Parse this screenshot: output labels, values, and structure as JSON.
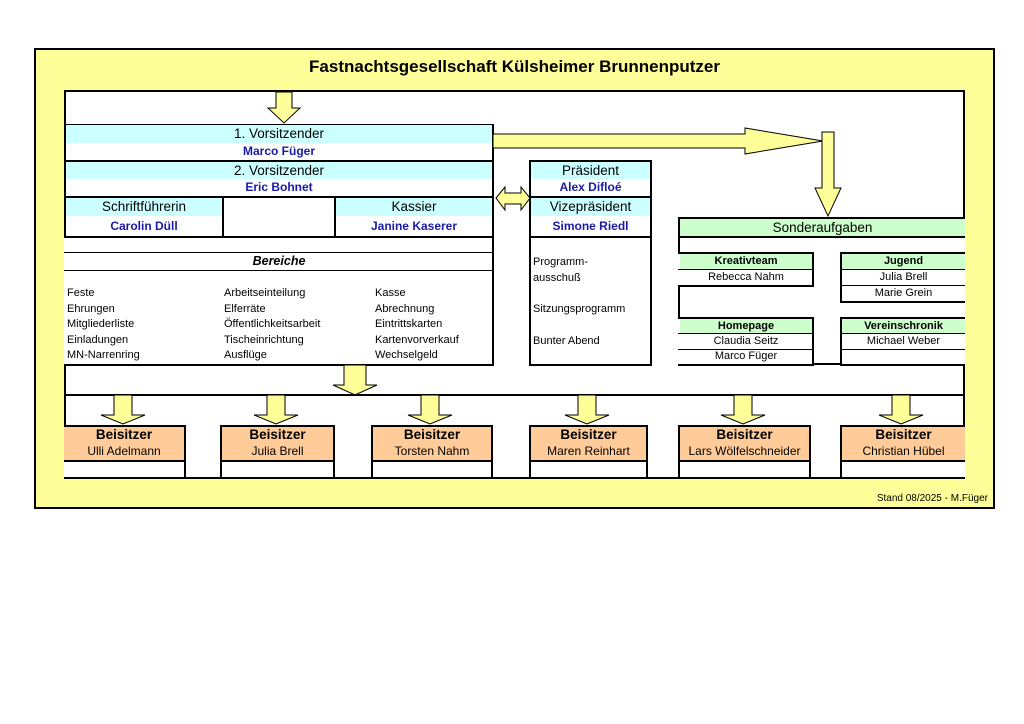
{
  "title": "Fastnachtsgesellschaft Külsheimer Brunnenputzer",
  "board": {
    "chair1": {
      "role": "1. Vorsitzender",
      "name": "Marco Füger"
    },
    "chair2": {
      "role": "2. Vorsitzender",
      "name": "Eric Bohnet"
    },
    "secretary": {
      "role": "Schriftführerin",
      "name": "Carolin Düll"
    },
    "treasurer": {
      "role": "Kassier",
      "name": "Janine Kaserer"
    }
  },
  "bereiche": {
    "heading": "Bereiche",
    "columns": [
      [
        "Feste",
        "Ehrungen",
        "Mitgliederliste",
        "Einladungen",
        "MN-Narrenring"
      ],
      [
        "Arbeitseinteilung",
        "Elferräte",
        "Öffentlichkeitsarbeit",
        "Tischeinrichtung",
        "Ausflüge"
      ],
      [
        "Kasse",
        "Abrechnung",
        "Eintrittskarten",
        "Kartenvorverkauf",
        "Wechselgeld"
      ]
    ]
  },
  "presidium": {
    "president": {
      "role": "Präsident",
      "name": "Alex Difloé"
    },
    "vice": {
      "role": "Vizepräsident",
      "name": "Simone Riedl"
    },
    "tasks": [
      "Programm-",
      "ausschuß",
      "Sitzungsprogramm",
      "Bunter Abend"
    ]
  },
  "sonderaufgaben": {
    "heading": "Sonderaufgaben",
    "groups": [
      {
        "title": "Kreativteam",
        "members": [
          "Rebecca Nahm"
        ]
      },
      {
        "title": "Jugend",
        "members": [
          "Julia Brell",
          "Marie Grein"
        ]
      },
      {
        "title": "Homepage",
        "members": [
          "Claudia Seitz",
          "Marco Füger"
        ]
      },
      {
        "title": "Vereinschronik",
        "members": [
          "Michael Weber",
          ""
        ]
      }
    ]
  },
  "beisitzer": [
    {
      "role": "Beisitzer",
      "name": "Ulli Adelmann"
    },
    {
      "role": "Beisitzer",
      "name": "Julia Brell"
    },
    {
      "role": "Beisitzer",
      "name": "Torsten Nahm"
    },
    {
      "role": "Beisitzer",
      "name": "Maren Reinhart"
    },
    {
      "role": "Beisitzer",
      "name": "Lars Wölfelschneider"
    },
    {
      "role": "Beisitzer",
      "name": "Christian Hübel"
    }
  ],
  "footer": "Stand 08/2025 - M.Füger",
  "colors": {
    "frame": "#ffff99",
    "board": "#ccffff",
    "special": "#ccffcc",
    "assessor": "#ffcc99",
    "names": "#1a1aa8",
    "arrow": "#ffff99"
  }
}
